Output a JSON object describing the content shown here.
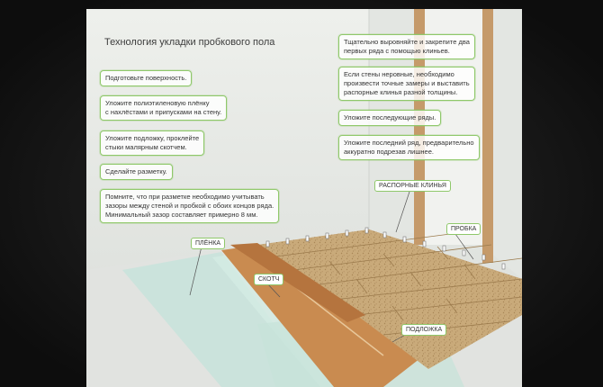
{
  "title": "Технология укладки пробкового пола",
  "steps_left": [
    "Подготовьте поверхность.",
    "Уложите полиэтиленовую плёнку\nс нахлёстами и припусками на стену.",
    "Уложите подложку, проклейте\nстыки малярным скотчем.",
    "Сделайте разметку.",
    "Помните, что при разметке необходимо учитывать\nзазоры между стеной и пробкой с обоих концов ряда.\nМинимальный зазор составляет примерно 8 мм."
  ],
  "steps_right": [
    "Тщательно выровняйте и закрепите два\nпервых ряда с помощью клиньев.",
    "Если стены неровные, необходимо\nпроизвести точные замеры и выставить\nраспорные клинья разной толщины.",
    "Уложите последующие ряды.",
    "Уложите последний ряд, предварительно\nаккуратно подрезав лишнее."
  ],
  "labels": {
    "film": "ПЛЁНКА",
    "tape": "СКОТЧ",
    "wedges": "РАСПОРНЫЕ КЛИНЬЯ",
    "cork": "ПРОБКА",
    "underlay": "ПОДЛОЖКА"
  },
  "colors": {
    "accent": "#8fc86a",
    "cork": "#c9aa7a",
    "underlay": "#c98b50",
    "film": "#c7e3da",
    "wall": "#e9ebe8",
    "door_frame": "#c59a6a"
  }
}
